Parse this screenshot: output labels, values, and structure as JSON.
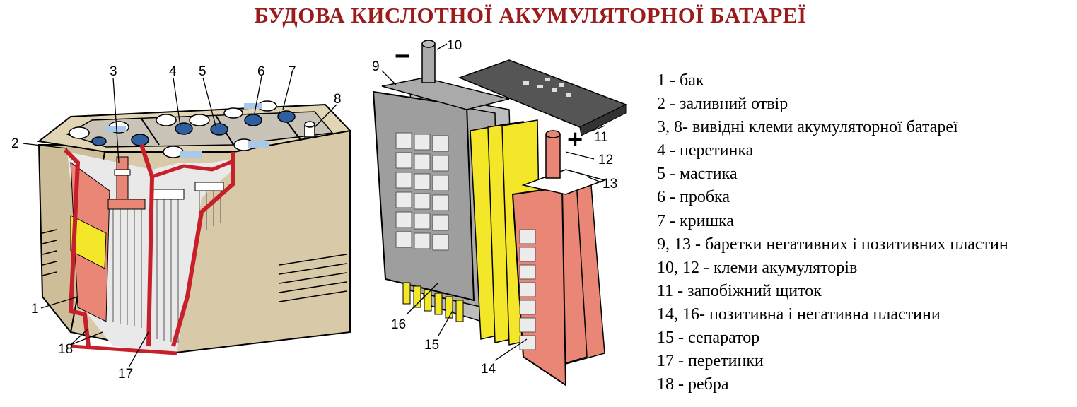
{
  "title": "БУДОВА КИСЛОТНОЇ АКУМУЛЯТОРНОЇ БАТАРЕЇ",
  "callouts": {
    "n1": "1",
    "n2": "2",
    "n3": "3",
    "n4": "4",
    "n5": "5",
    "n6": "6",
    "n7": "7",
    "n8": "8",
    "n9": "9",
    "n10": "10",
    "n11": "11",
    "n12": "12",
    "n13": "13",
    "n14": "14",
    "n15": "15",
    "n16": "16",
    "n17": "17",
    "n18": "18"
  },
  "signs": {
    "minus": "−",
    "plus": "+"
  },
  "legend": [
    "1  - бак",
    "2   - заливний отвір",
    "3, 8- вивідні клеми акумуляторної батареї",
    "4   - перетинка",
    "5   - мастика",
    "6   - пробка",
    "7   - кришка",
    "9,  13 - баретки негативних і позитивних пластин",
    "10,  12 - клеми акумуляторів",
    "11 - запобіжний щиток",
    "14, 16- позитивна і негативна пластини",
    "15 - сепаратор",
    "17  - перетинки",
    "18  - ребра"
  ],
  "colors": {
    "title": "#9b1b1b",
    "case": "#d8c9a8",
    "case_red": "#c8202a",
    "negative_plate": "#9e9e9e",
    "positive_plate": "#e98676",
    "separator": "#f4e629",
    "terminal_blue": "#2f5f9f"
  }
}
